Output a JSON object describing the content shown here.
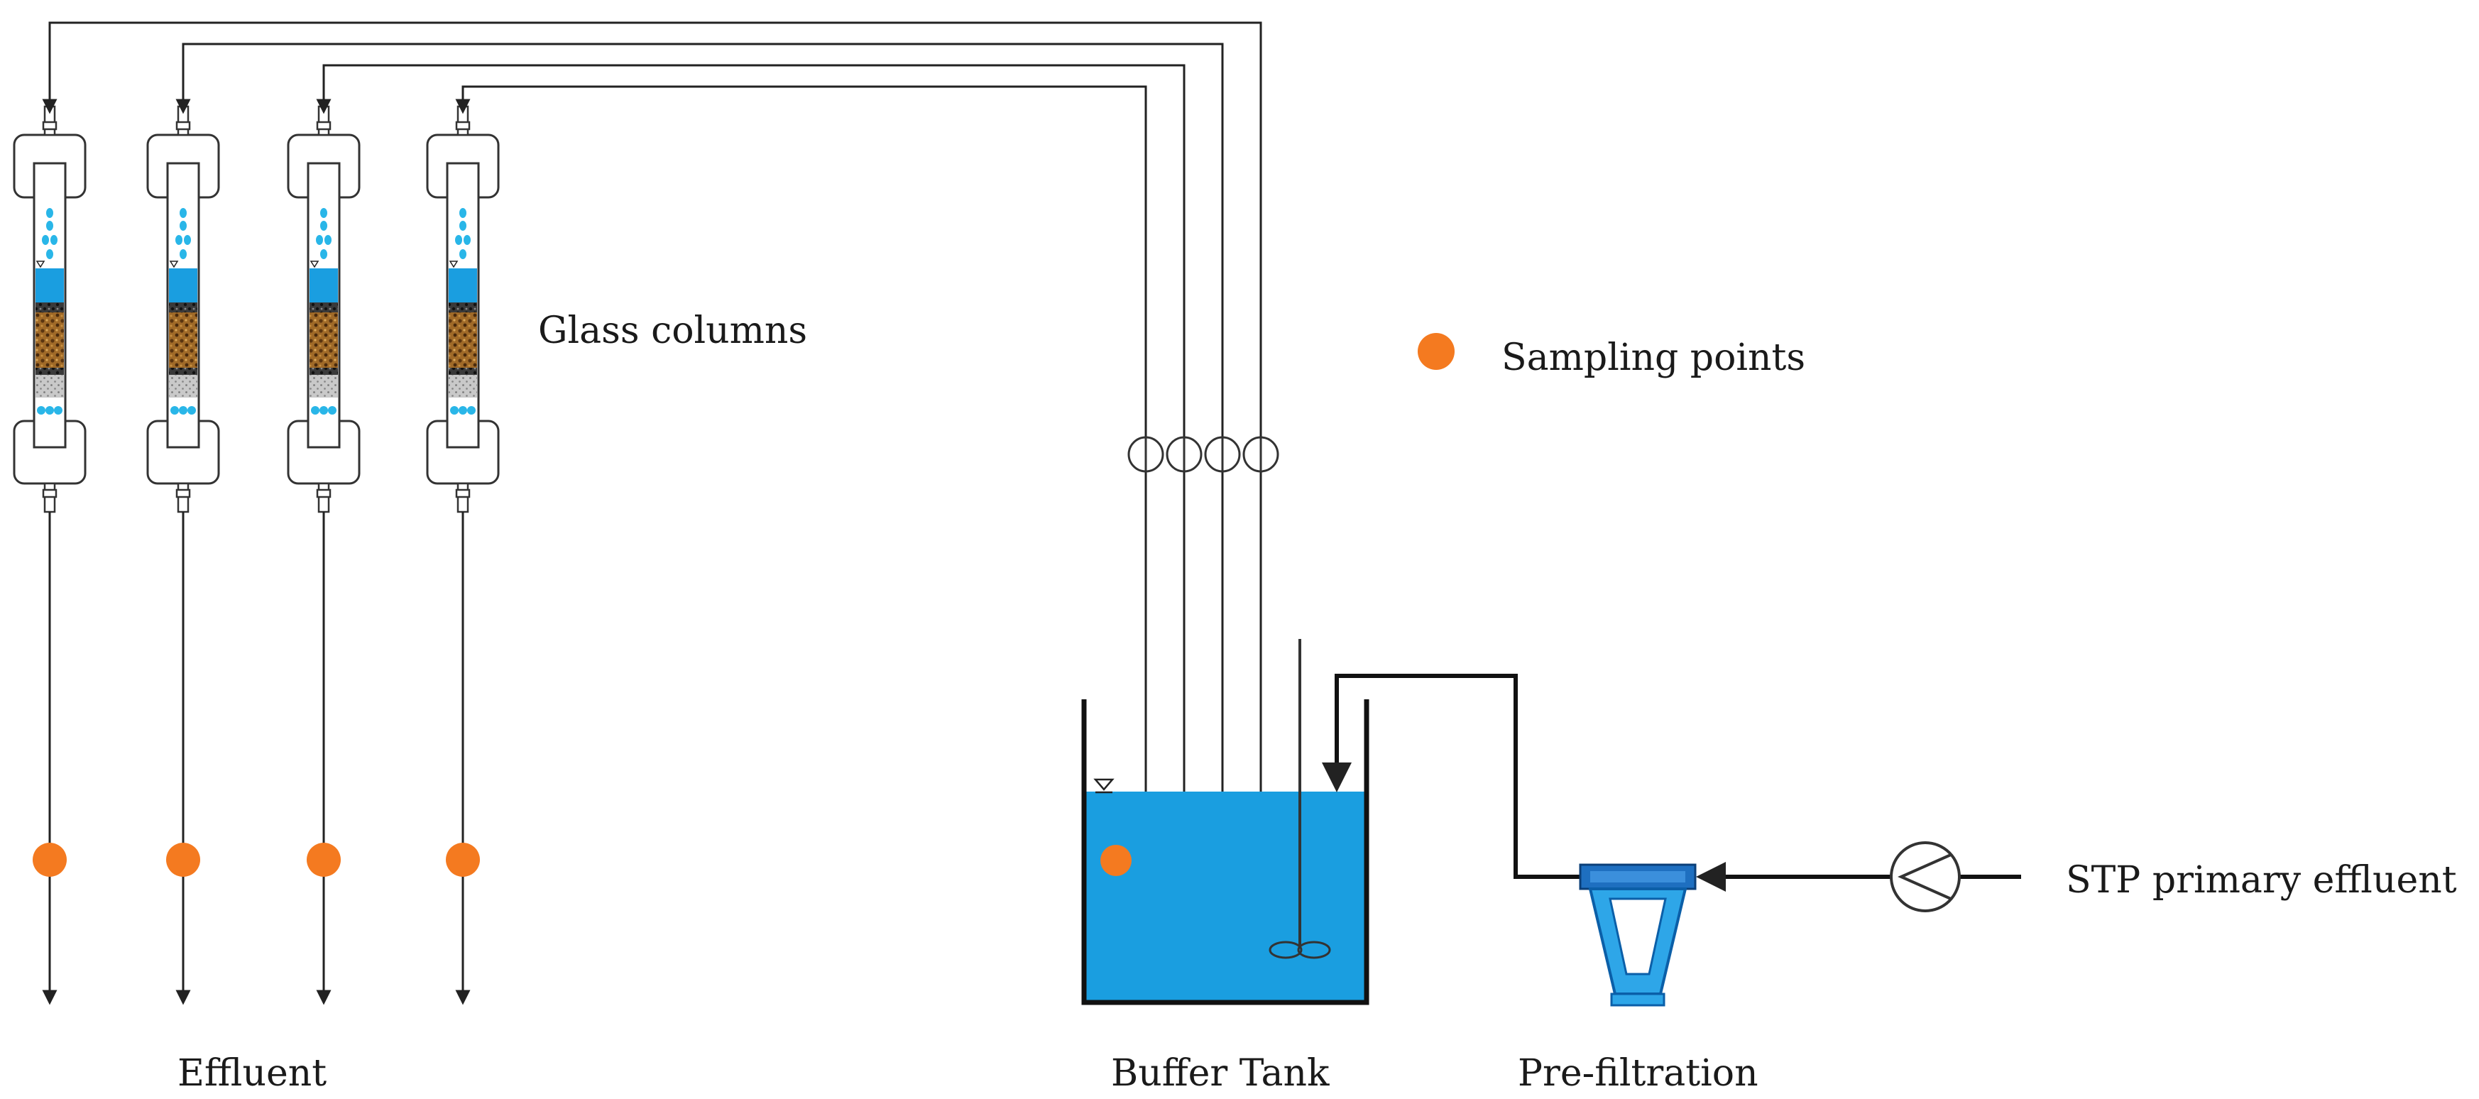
{
  "diagram": {
    "labels": {
      "glass_columns": "Glass columns",
      "sampling_points": "Sampling points",
      "effluent": "Effluent",
      "buffer_tank": "Buffer Tank",
      "pre_filtration": "Pre-filtration",
      "stp_primary_effluent": "STP primary effluent"
    },
    "components": {
      "column_count": 4,
      "pump_count": 4
    },
    "colors": {
      "water": "#1a9ee0",
      "water_droplet": "#29b6e8",
      "sampling_point": "#f47a20",
      "media_gravel": "#a06a28",
      "filter_housing": "#1e6fc0",
      "line": "#222222"
    }
  }
}
